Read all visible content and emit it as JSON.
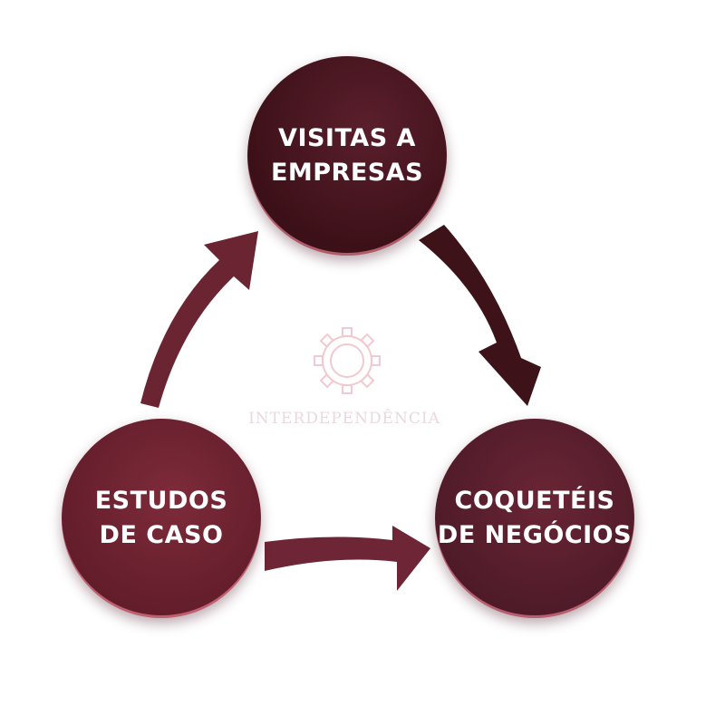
{
  "nodes": {
    "top": "VISITAS A\nEMPRESAS",
    "left": "ESTUDOS\nDE CASO",
    "right": "COQUETÉIS\nDE NEGÓCIOS"
  },
  "center": {
    "icon": "gear-icon",
    "label": "INTERDEPENDÊNCIA"
  },
  "colors": {
    "node_top": "#3c1018",
    "node_left": "#611c2a",
    "node_right": "#4d1a28",
    "arrow_left": "#6b2431",
    "arrow_right": "#3d1218",
    "arrow_bottom": "#6e2535",
    "accent_ring": "#f07a8e"
  }
}
